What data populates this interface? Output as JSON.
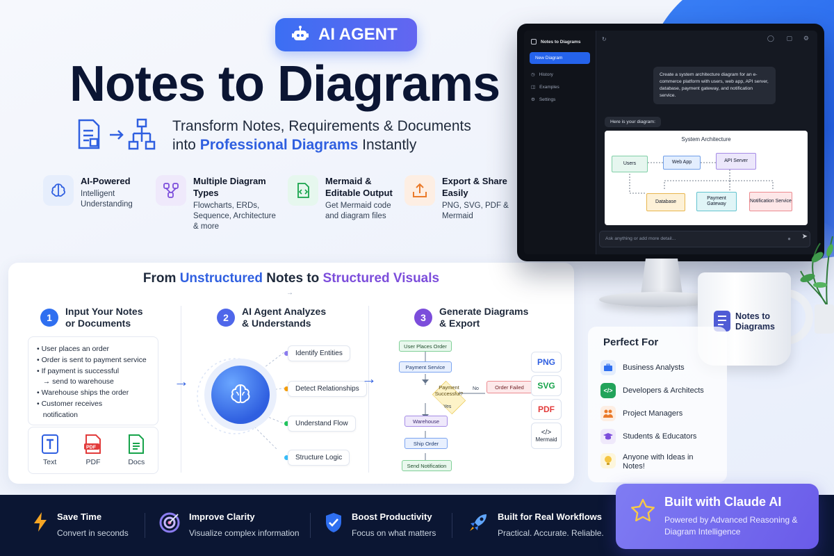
{
  "badge": {
    "label": "AI AGENT"
  },
  "title": "Notes to Diagrams",
  "subtitle": {
    "line1": "Transform Notes, Requirements & Documents",
    "line2_pre": "into ",
    "line2_hl": "Professional Diagrams",
    "line2_post": " Instantly"
  },
  "features": [
    {
      "title": "AI-Powered",
      "desc": "Intelligent Understanding"
    },
    {
      "title": "Multiple Diagram Types",
      "desc": "Flowcharts, ERDs, Sequence, Architecture & more"
    },
    {
      "title": "Mermaid & Editable Output",
      "desc": "Get Mermaid code and diagram files"
    },
    {
      "title": "Export & Share Easily",
      "desc": "PNG, SVG, PDF & Mermaid"
    }
  ],
  "workflow": {
    "title_a": "From ",
    "title_b": "Unstructured",
    "title_c": " Notes to ",
    "title_d": "Structured Visuals",
    "steps": [
      {
        "num": "1",
        "line1": "Input Your Notes",
        "line2": "or Documents"
      },
      {
        "num": "2",
        "line1": "AI Agent Analyzes",
        "line2": "& Understands"
      },
      {
        "num": "3",
        "line1": "Generate Diagrams",
        "line2": "& Export"
      }
    ],
    "notes": [
      "• User places an order",
      "• Order is sent to payment service",
      "• If payment is successful",
      "   → send to warehouse",
      "• Warehouse ships the order",
      "• Customer receives",
      "   notification"
    ],
    "files": [
      "Text",
      "PDF",
      "Docs"
    ],
    "analysis": [
      "Identify Entities",
      "Detect Relationships",
      "Understand Flow",
      "Structure Logic"
    ],
    "flow": {
      "n1": "User Places Order",
      "n2": "Payment Service",
      "n3": "Payment Successful?",
      "n4": "Order Failed",
      "n5": "Warehouse",
      "n6": "Ship Order",
      "n7": "Send Notification",
      "no": "No",
      "yes": "Yes"
    },
    "exports": [
      "PNG",
      "SVG",
      "PDF",
      "Mermaid"
    ]
  },
  "app": {
    "name": "Notes to Diagrams",
    "nav": {
      "new": "New Diagram",
      "history": "History",
      "examples": "Examples",
      "settings": "Settings"
    },
    "prompt": "Create a system architecture diagram for an e-commerce platform with users, web app, API server, database, payment gateway, and notification service.",
    "reply": "Here is your diagram:",
    "diagram": {
      "title": "System Architecture",
      "users": "Users",
      "web": "Web App",
      "api": "API Server",
      "db": "Database",
      "pay": "Payment Gateway",
      "notif": "Notification Service"
    },
    "ask_placeholder": "Ask anything or add more detail..."
  },
  "mug": {
    "line1": "Notes to",
    "line2": "Diagrams"
  },
  "perfect": {
    "title": "Perfect For",
    "items": [
      "Business Analysts",
      "Developers & Architects",
      "Project Managers",
      "Students & Educators",
      "Anyone with Ideas in Notes!"
    ]
  },
  "benefits": [
    {
      "title": "Save Time",
      "desc": "Convert in seconds"
    },
    {
      "title": "Improve Clarity",
      "desc": "Visualize complex information"
    },
    {
      "title": "Boost Productivity",
      "desc": "Focus on what matters"
    },
    {
      "title": "Built for Real Workflows",
      "desc": "Practical. Accurate. Reliable."
    }
  ],
  "claude": {
    "title": "Built with Claude AI",
    "desc": "Powered by Advanced Reasoning & Diagram Intelligence"
  },
  "colors": {
    "accent": "#2f5fe0",
    "purple": "#7c4ddb",
    "navy": "#0b1633"
  }
}
